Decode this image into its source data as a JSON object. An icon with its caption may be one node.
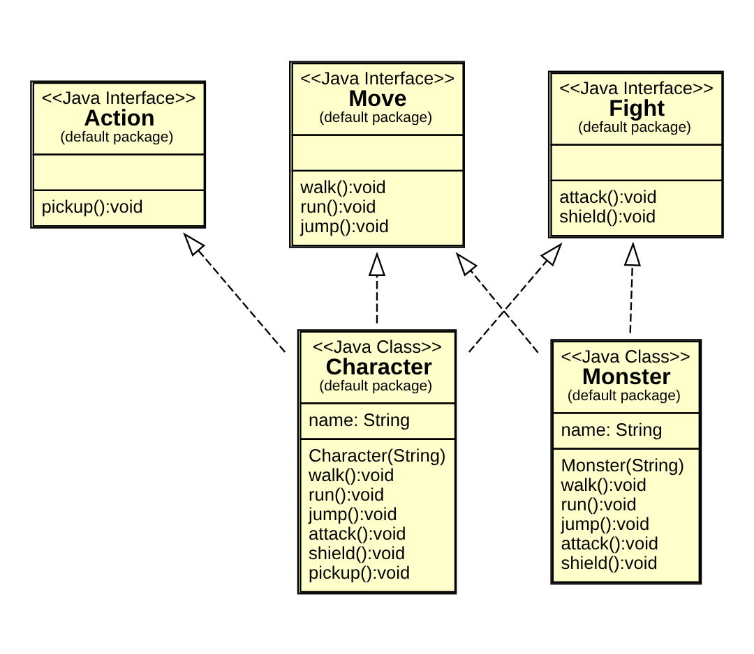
{
  "diagram": {
    "nodes": [
      {
        "text": [
          "<<Java Interface>>",
          "Action",
          "(default package)",
          "pickup():void"
        ]
      },
      {
        "text": [
          "<<Java Interface>>",
          "Fight",
          "(default package)",
          "attack():void",
          "shield():void"
        ]
      },
      {
        "text": [
          "<<Java Interface>>",
          "Move",
          "(default package)",
          "walk():void",
          "run():void",
          "jump():void"
        ]
      },
      {
        "text": [
          "<<Java Class>>",
          "Character",
          "(default package)",
          "name: String",
          "Character(String)",
          "walk():void",
          "run():void",
          "jump():void",
          "attack():void",
          "shield():void",
          "pickup():void"
        ]
      },
      {
        "text": [
          "<<Java Class>>",
          "Monster",
          "(default package)",
          "name: String",
          "Monster(String)",
          "walk():void",
          "run():void",
          "jump():void",
          "attack():void",
          "shield():void"
        ]
      }
    ],
    "edges": [
      {
        "from": 3,
        "to": 0,
        "arrow": "to",
        "style": "dashed"
      },
      {
        "from": 3,
        "to": 1,
        "arrow": "to",
        "style": "dashed"
      },
      {
        "from": 3,
        "to": 2,
        "arrow": "to",
        "style": "dashed"
      },
      {
        "from": 4,
        "to": 1,
        "arrow": "to",
        "style": "dashed"
      },
      {
        "from": 4,
        "to": 2,
        "arrow": "to",
        "style": "dashed"
      }
    ]
  }
}
